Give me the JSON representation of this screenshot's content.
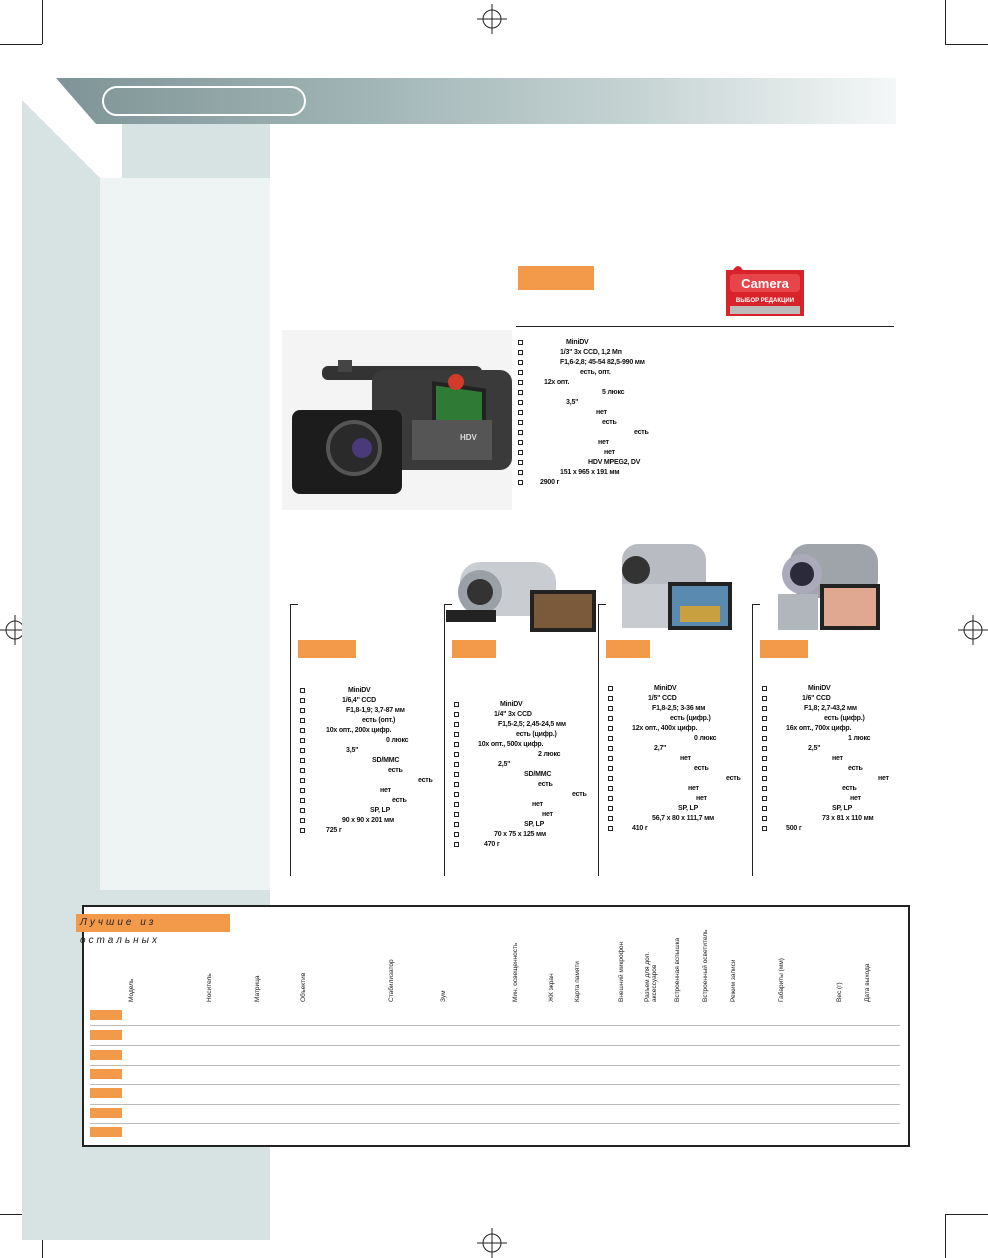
{
  "main_product": {
    "specs": [
      {
        "value": "MiniDV"
      },
      {
        "value": "1/3\" 3x CCD, 1,2 Мп"
      },
      {
        "value": "F1,6-2,8; 45-54 82,5-990 мм"
      },
      {
        "value": "есть, опт."
      },
      {
        "value": "12х опт."
      },
      {
        "value": "5 люкс"
      },
      {
        "value": "3,5\""
      },
      {
        "value": "нет"
      },
      {
        "value": "есть"
      },
      {
        "value": "есть"
      },
      {
        "value": "нет"
      },
      {
        "value": "нет"
      },
      {
        "value": "HDV MPEG2, DV"
      },
      {
        "value": "151 x 965 x 191 мм"
      },
      {
        "value": "2900 г"
      }
    ]
  },
  "badge": {
    "brand": "Camera",
    "subtitle": "ВЫБОР РЕДАКЦИИ"
  },
  "products": [
    {
      "specs": [
        "MiniDV",
        "1/6,4\" CCD",
        "F1,8-1,9; 3,7-87 мм",
        "есть (опт.)",
        "10х опт., 200х цифр.",
        "0 люкс",
        "3,5\"",
        "SD/MMC",
        "есть",
        "есть",
        "нет",
        "есть",
        "SP, LP",
        "90 x 90 x 201 мм",
        "725 г"
      ]
    },
    {
      "specs": [
        "MiniDV",
        "1/4\" 3x CCD",
        "F1,5-2,5; 2,45-24,5 мм",
        "есть (цифр.)",
        "10х опт., 500х цифр.",
        "2 люкс",
        "2,5\"",
        "SD/MMC",
        "есть",
        "есть",
        "нет",
        "нет",
        "SP, LP",
        "70 x 75 x 125 мм",
        "470 г"
      ]
    },
    {
      "specs": [
        "MiniDV",
        "1/5\" CCD",
        "F1,8-2,5; 3-36 мм",
        "есть (цифр.)",
        "12х опт., 400х цифр.",
        "0 люкс",
        "2,7\"",
        "нет",
        "есть",
        "есть",
        "нет",
        "нет",
        "SP, LP",
        "56,7 x 80 x 111,7 мм",
        "410 г"
      ]
    },
    {
      "specs": [
        "MiniDV",
        "1/6\" CCD",
        "F1,8; 2,7-43,2 мм",
        "есть (цифр.)",
        "16х опт., 700х цифр.",
        "1 люкс",
        "2,5\"",
        "нет",
        "есть",
        "нет",
        "есть",
        "нет",
        "SP, LP",
        "73 x 81 x 110 мм",
        "500 г"
      ]
    }
  ],
  "table": {
    "title": "Лучшие из остальных",
    "headers": [
      "Модель",
      "Носитель",
      "Матрица",
      "Объектив",
      "Стабилизатор",
      "Зум",
      "Мин. освещенность",
      "ЖК экран",
      "Карта памяти",
      "Внешний микрофон",
      "Разъем для доп. аксессуаров",
      "Встроенная вспышка",
      "Встроенный осветитель",
      "Режим записи",
      "Габариты (мм)",
      "Вес (г)",
      "Дата выхода"
    ],
    "row_count": 7
  },
  "colors": {
    "accent": "#f29a4a",
    "panel": "#d7e3e3",
    "band": "#8fa5a6"
  }
}
